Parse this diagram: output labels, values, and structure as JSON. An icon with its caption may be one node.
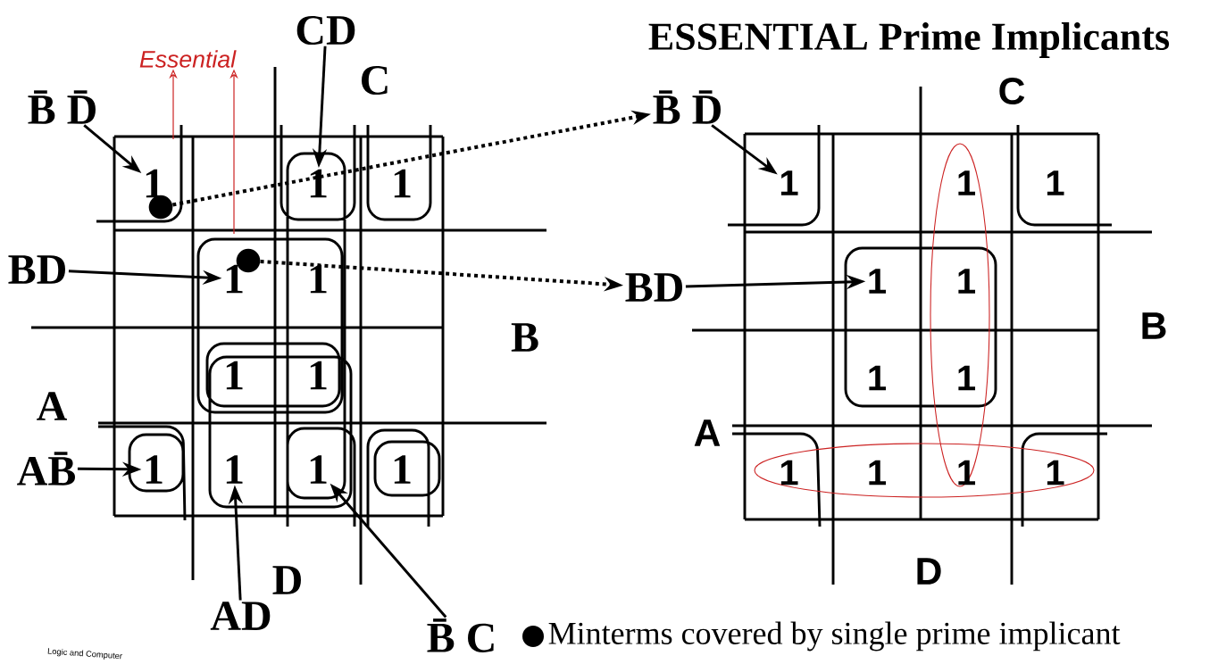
{
  "diagram": {
    "title": "ESSENTIAL Prime Implicants",
    "nodes": [
      {
        "text": [
          "Essential"
        ]
      },
      {
        "text": [
          "CD"
        ]
      },
      {
        "text": [
          "B̄ D̄"
        ]
      },
      {
        "text": [
          "1"
        ]
      },
      {
        "text": [],
        "shape": "circle"
      },
      {
        "text": [
          "1"
        ]
      },
      {
        "text": [
          "1"
        ]
      },
      {
        "text": [
          "BD"
        ]
      },
      {
        "text": [
          "1"
        ]
      },
      {
        "text": [],
        "shape": "circle"
      },
      {
        "text": [
          "1"
        ]
      },
      {
        "text": [
          "1"
        ]
      },
      {
        "text": [
          "1"
        ]
      },
      {
        "text": [
          "AB̄"
        ]
      },
      {
        "text": [
          "1"
        ]
      },
      {
        "text": [
          "1"
        ]
      },
      {
        "text": [
          "1"
        ]
      },
      {
        "text": [
          "1"
        ]
      },
      {
        "text": [
          "AD"
        ]
      },
      {
        "text": [
          "B̄ C"
        ]
      },
      {
        "text": [
          "B̄ D̄"
        ]
      },
      {
        "text": [
          "1"
        ]
      },
      {
        "text": [
          "1"
        ]
      },
      {
        "text": [
          "1"
        ]
      },
      {
        "text": [
          "BD"
        ]
      },
      {
        "text": [
          "1"
        ]
      },
      {
        "text": [
          "1"
        ]
      },
      {
        "text": [
          "1"
        ]
      },
      {
        "text": [
          "1"
        ]
      },
      {
        "text": [
          "1"
        ]
      },
      {
        "text": [
          "1"
        ]
      },
      {
        "text": [
          "1"
        ]
      },
      {
        "text": [
          "1"
        ]
      }
    ],
    "edges": [
      {
        "from": 2,
        "to": 3,
        "arrow": "to"
      },
      {
        "from": 1,
        "to": 5,
        "arrow": "to"
      },
      {
        "from": 7,
        "to": 8,
        "arrow": "to"
      },
      {
        "from": 13,
        "to": 14,
        "arrow": "to"
      },
      {
        "from": 18,
        "to": 15,
        "arrow": "to"
      },
      {
        "from": 19,
        "to": 16,
        "arrow": "to"
      },
      {
        "from": 4,
        "to": 20,
        "arrow": "to",
        "style": "dashed"
      },
      {
        "from": 9,
        "to": 24,
        "arrow": "to",
        "style": "dashed"
      },
      {
        "from": 20,
        "to": 21,
        "arrow": "to"
      },
      {
        "from": 24,
        "to": 25,
        "arrow": "to"
      },
      {
        "from": null,
        "to": 0,
        "arrow": "to",
        "color": "#cc2222"
      },
      {
        "from": null,
        "to": 0,
        "arrow": "to",
        "color": "#cc2222"
      }
    ],
    "labels": [
      "C",
      "B",
      "A",
      "D",
      "C",
      "B",
      "A",
      "D",
      "Logic and Computer"
    ],
    "legend": [
      {
        "text": "Minterms covered by single prime implicant"
      }
    ]
  }
}
